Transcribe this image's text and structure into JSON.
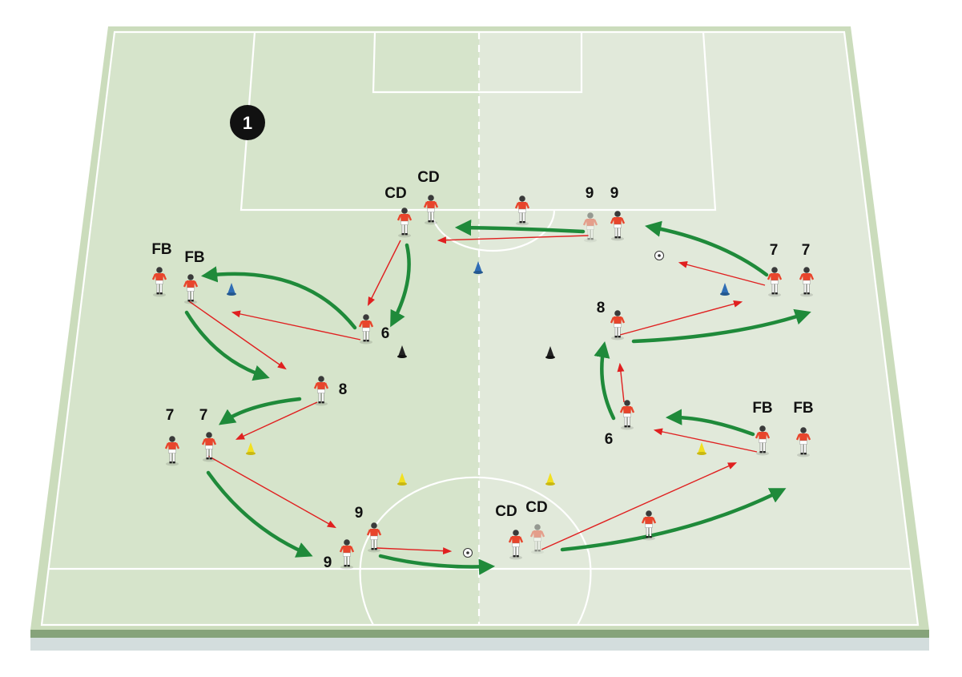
{
  "diagram": {
    "step_badge": "1",
    "colors": {
      "pitch_left": "#d6e4cb",
      "pitch_right": "#e1e9da",
      "pitch_border": "#cbdcbc",
      "base_dark": "#86a37a",
      "base_light": "#d3dddd",
      "line": "#ffffff",
      "run_arrow": "#1f8a3a",
      "pass_arrow": "#e02020",
      "player_shirt": "#e8452c",
      "player_shorts": "#ffffff",
      "player_skin": "#3a3a3a",
      "cone_blue": "#2f6db5",
      "cone_black": "#222222",
      "cone_yellow": "#f2e020"
    },
    "labels": [
      {
        "id": "cd-left-a",
        "text": "CD"
      },
      {
        "id": "cd-left-b",
        "text": "CD"
      },
      {
        "id": "nine-top-a",
        "text": "9"
      },
      {
        "id": "nine-top-b",
        "text": "9"
      },
      {
        "id": "fb-left-a",
        "text": "FB"
      },
      {
        "id": "fb-left-b",
        "text": "FB"
      },
      {
        "id": "seven-right-a",
        "text": "7"
      },
      {
        "id": "seven-right-b",
        "text": "7"
      },
      {
        "id": "six-left",
        "text": "6"
      },
      {
        "id": "eight-right",
        "text": "8"
      },
      {
        "id": "eight-left",
        "text": "8"
      },
      {
        "id": "seven-left-a",
        "text": "7"
      },
      {
        "id": "seven-left-b",
        "text": "7"
      },
      {
        "id": "fb-right-a",
        "text": "FB"
      },
      {
        "id": "fb-right-b",
        "text": "FB"
      },
      {
        "id": "six-right",
        "text": "6"
      },
      {
        "id": "nine-bottom-a",
        "text": "9"
      },
      {
        "id": "nine-bottom-b",
        "text": "9"
      },
      {
        "id": "cd-bottom-a",
        "text": "CD"
      },
      {
        "id": "cd-bottom-b",
        "text": "CD"
      }
    ]
  }
}
